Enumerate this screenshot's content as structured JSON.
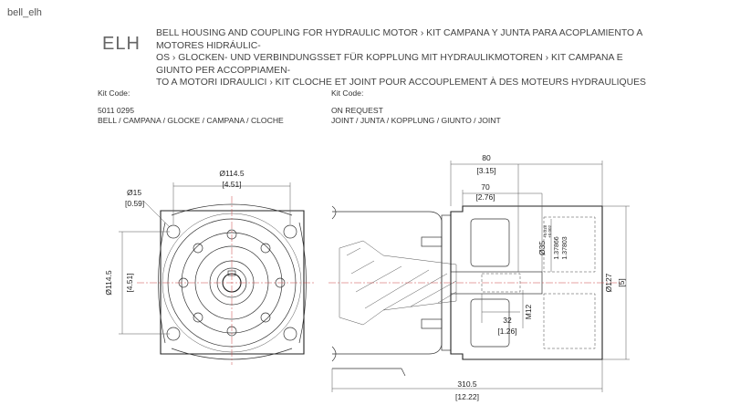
{
  "file_name": "bell_elh",
  "header": {
    "code": "ELH",
    "title_lines": [
      "BELL HOUSING AND COUPLING FOR HYDRAULIC MOTOR › KIT CAMPANA Y JUNTA PARA ACOPLAMIENTO A MOTORES HIDRÁULIC-",
      "OS › GLOCKEN- UND VERBINDUNGSSET FÜR KOPPLUNG MIT HYDRAULIKMOTOREN › KIT CAMPANA E GIUNTO PER ACCOPPIAMEN-",
      "TO A MOTORI IDRAULICI › KIT CLOCHE ET JOINT POUR ACCOUPLEMENT À DES MOTEURS HYDRAULIQUES"
    ]
  },
  "kits": [
    {
      "label": "Kit Code:",
      "code": "5011 0295",
      "desc": "BELL / CAMPANA / GLOCKE / CAMPANA / CLOCHE"
    },
    {
      "label": "Kit Code:",
      "code": "ON REQUEST",
      "desc": "JOINT / JUNTA / KOPPLUNG / GIUNTO / JOINT"
    }
  ],
  "drawing": {
    "front": {
      "d_top": "Ø114.5",
      "d_top_in": "[4.51]",
      "hole": "Ø15",
      "hole_in": "[0.59]",
      "d_side": "Ø114.5",
      "d_side_in": "[4.51]"
    },
    "side": {
      "w80": "80",
      "w80_in": "[3.15]",
      "w70": "70",
      "w70_in": "[2.76]",
      "bore": "Ø35",
      "bore_tol_hi": "+0.018",
      "bore_tol_lo": "+0.002",
      "bore_in_hi": "1.37866",
      "bore_in_lo": "1.37803",
      "thread": "M12",
      "depth": "32",
      "depth_in": "[1.26]",
      "d127": "Ø127",
      "d127_in": "[5]",
      "len": "310.5",
      "len_in": "[12.22]"
    }
  }
}
